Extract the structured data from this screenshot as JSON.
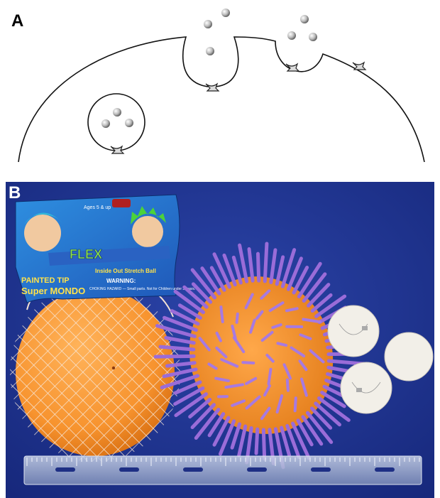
{
  "panel_a": {
    "label": "A"
  },
  "panel_b": {
    "label": "B",
    "package": {
      "age_text": "Ages 5 & up",
      "brand": "FLEX",
      "tagline": "Inside Out Stretch Ball",
      "painted_tip": "PAINTED TIP",
      "super_mondo": "Super MONDO",
      "warning_title": "WARNING:",
      "warning_text": "CHOKING HAZARD — Small parts. Not for Children under 3 years."
    },
    "colors": {
      "background": "#1f3591",
      "ball_orange": "#f7932e",
      "spike_purple": "#9a6cd8",
      "netting": "#f4e3d4"
    }
  }
}
